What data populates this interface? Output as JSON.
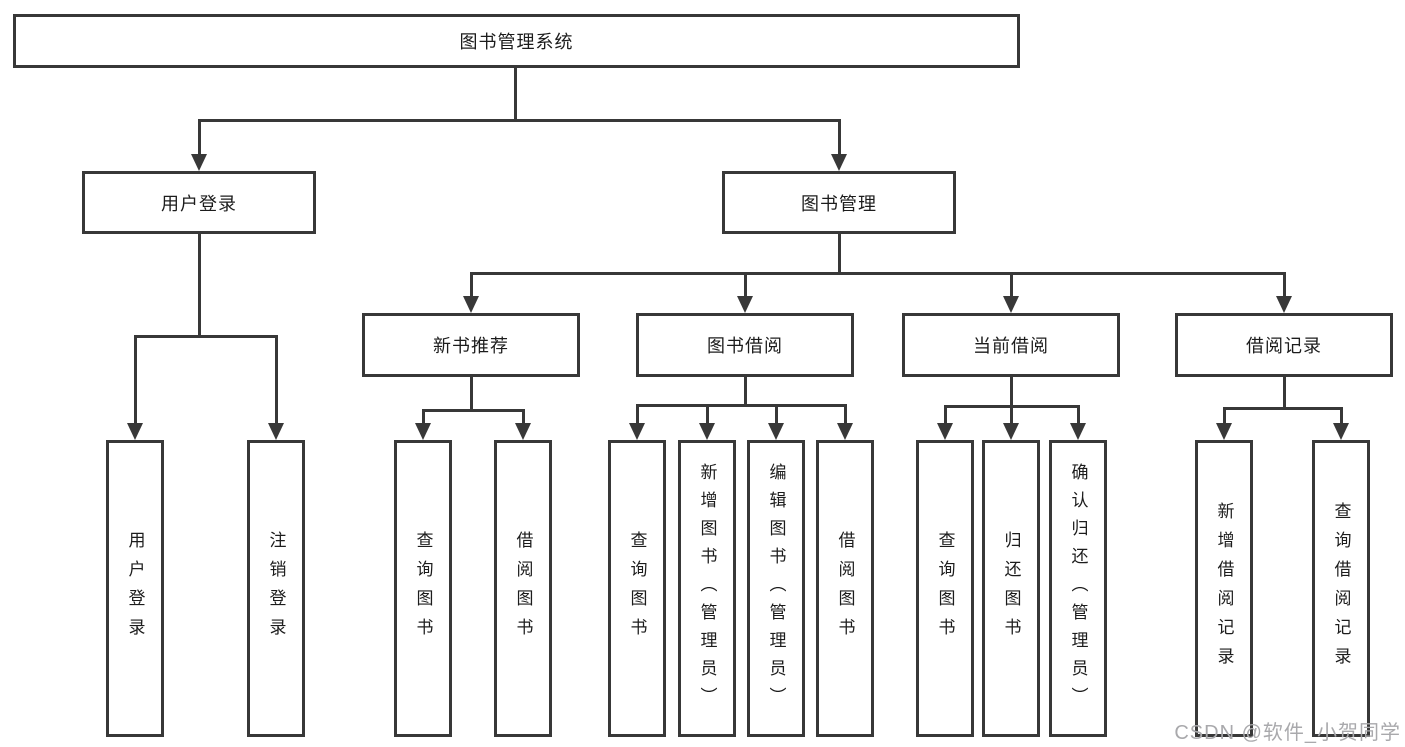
{
  "watermark": "CSDN @软件_小贺同学",
  "colors": {
    "line": "#383838",
    "box_border": "#383838",
    "box_background": "#ffffff",
    "text": "#1c1c1c",
    "watermark": "#a9a9ac"
  },
  "tree": {
    "root": {
      "label": "图书管理系统"
    },
    "branches": [
      {
        "label": "用户登录",
        "children": [
          {
            "label": "用户登录"
          },
          {
            "label": "注销登录"
          }
        ]
      },
      {
        "label": "图书管理",
        "groups": [
          {
            "label": "新书推荐",
            "children": [
              {
                "label": "查询图书"
              },
              {
                "label": "借阅图书"
              }
            ]
          },
          {
            "label": "图书借阅",
            "children": [
              {
                "label": "查询图书"
              },
              {
                "label": "新增图书（管理员）"
              },
              {
                "label": "编辑图书（管理员）"
              },
              {
                "label": "借阅图书"
              }
            ]
          },
          {
            "label": "当前借阅",
            "children": [
              {
                "label": "查询图书"
              },
              {
                "label": "归还图书"
              },
              {
                "label": "确认归还（管理员）"
              }
            ]
          },
          {
            "label": "借阅记录",
            "children": [
              {
                "label": "新增借阅记录"
              },
              {
                "label": "查询借阅记录"
              }
            ]
          }
        ]
      }
    ]
  }
}
